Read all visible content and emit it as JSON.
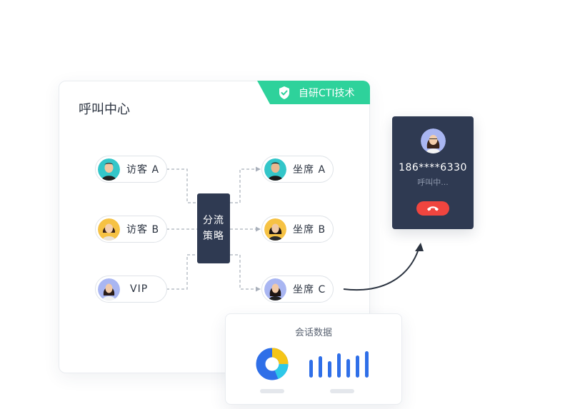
{
  "badge": {
    "label": "自研CTI技术",
    "icon": "shield-check-icon",
    "color": "#2ed29b"
  },
  "title": "呼叫中心",
  "visitors": [
    {
      "label": "访客 A"
    },
    {
      "label": "访客 B"
    },
    {
      "label": "VIP"
    }
  ],
  "agents": [
    {
      "label": "坐席 A"
    },
    {
      "label": "坐席 B"
    },
    {
      "label": "坐席 C"
    }
  ],
  "strategy": {
    "line1": "分流",
    "line2": "策略"
  },
  "phone": {
    "number": "186****6330",
    "status": "呼叫中...",
    "hangup_icon": "phone-hangup-icon"
  },
  "stats": {
    "title": "会话数据"
  },
  "colors": {
    "dark": "#2f3a52",
    "accent_blue": "#2f6fe8",
    "accent_cyan": "#2ec8e8",
    "accent_yellow": "#f5c518",
    "hangup": "#f0453f"
  }
}
